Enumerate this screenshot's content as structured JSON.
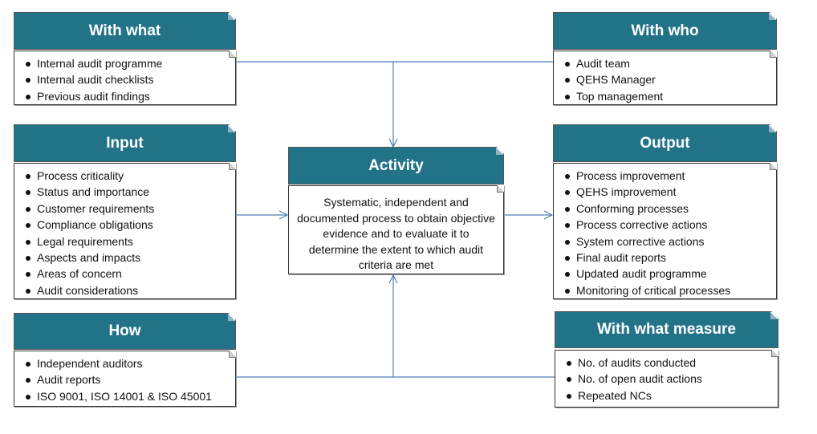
{
  "colors": {
    "header_bg": "#227388",
    "header_text": "#ffffff",
    "connector": "#4f7fb8"
  },
  "cards": {
    "with_what": {
      "title": "With what",
      "items": [
        "Internal audit programme",
        "Internal audit checklists",
        "Previous audit findings"
      ]
    },
    "with_who": {
      "title": "With who",
      "items": [
        "Audit team",
        "QEHS Manager",
        "Top management"
      ]
    },
    "input": {
      "title": "Input",
      "items": [
        "Process criticality",
        "Status and importance",
        "Customer requirements",
        "Compliance obligations",
        "Legal requirements",
        "Aspects and impacts",
        "Areas of concern",
        "Audit considerations"
      ]
    },
    "output": {
      "title": "Output",
      "items": [
        "Process improvement",
        "QEHS improvement",
        "Conforming processes",
        "Process corrective actions",
        "System corrective actions",
        "Final audit reports",
        "Updated audit programme",
        "Monitoring of critical processes"
      ]
    },
    "how": {
      "title": "How",
      "items": [
        "Independent auditors",
        "Audit reports",
        "ISO 9001, ISO 14001 & ISO 45001"
      ]
    },
    "with_what_measure": {
      "title": "With what measure",
      "items": [
        "No. of audits conducted",
        "No. of open audit actions",
        "Repeated NCs"
      ]
    },
    "activity": {
      "title": "Activity",
      "description": "Systematic, independent and documented process to obtain objective evidence and to evaluate it to determine the extent to which audit criteria are met"
    }
  }
}
